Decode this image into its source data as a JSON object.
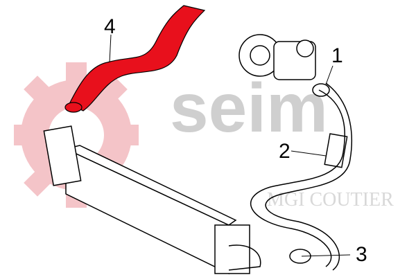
{
  "watermark": {
    "brand": "seim",
    "group": "MGI COUTIER",
    "brand_color": "#f4b9bf",
    "text_color": "#cfcfcf"
  },
  "callouts": [
    {
      "number": "1"
    },
    {
      "number": "2"
    },
    {
      "number": "3"
    },
    {
      "number": "4"
    }
  ],
  "colors": {
    "highlight_part": "#e8101c",
    "outline": "#000000"
  }
}
